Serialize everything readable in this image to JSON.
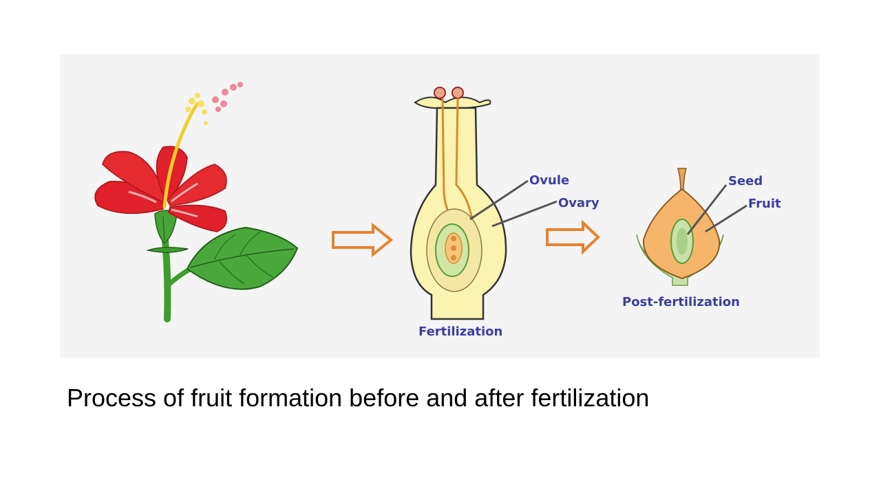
{
  "caption": "Process of fruit formation before and after fertilization",
  "diagram": {
    "labels": {
      "ovule": "Ovule",
      "ovary": "Ovary",
      "fertilization": "Fertilization",
      "seed": "Seed",
      "fruit": "Fruit",
      "post_fertilization": "Post-fertilization"
    }
  },
  "colors": {
    "panel_background": "#f4f4f4",
    "label_text": "#3a3f9e",
    "arrow": "#e8812c",
    "petal": "#e0202a",
    "leaf": "#3f9e2f",
    "pistil_body": "#fbf3b0",
    "fruit_body": "#f5b66b"
  }
}
